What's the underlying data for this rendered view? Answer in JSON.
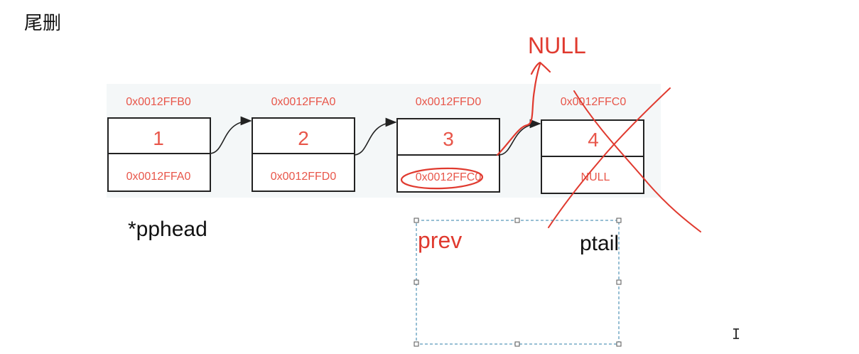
{
  "title": "尾删",
  "colors": {
    "address_text": "#e8564a",
    "data_text": "#e8564a",
    "annotation_red": "#e03a2f",
    "node_border": "#222222",
    "panel_bg": "#f4f7f8",
    "selection_border": "#2f7fa8"
  },
  "nodes": [
    {
      "address": "0x0012FFB0",
      "data": "1",
      "next": "0x0012FFA0"
    },
    {
      "address": "0x0012FFA0",
      "data": "2",
      "next": "0x0012FFD0"
    },
    {
      "address": "0x0012FFD0",
      "data": "3",
      "next": "0x0012FFC0"
    },
    {
      "address": "0x0012FFC0",
      "data": "4",
      "next": "NULL"
    }
  ],
  "labels": {
    "pphead": "*pphead",
    "prev": "prev",
    "ptail": "ptail",
    "null_annotation": "NULL"
  },
  "annotations": {
    "deleted_node_index": 3,
    "circled_node_index": 2
  },
  "cursor_icon": "text-cursor-icon"
}
